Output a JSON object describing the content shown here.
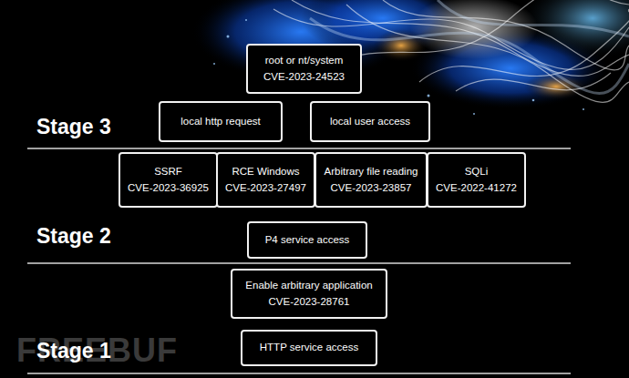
{
  "diagram": {
    "nodes": [
      {
        "text": [
          "root or nt/system",
          "CVE-2023-24523"
        ]
      },
      {
        "text": [
          "local http request"
        ]
      },
      {
        "text": [
          "local user access"
        ]
      },
      {
        "text": [
          "SSRF",
          "CVE-2023-36925"
        ]
      },
      {
        "text": [
          "RCE Windows",
          "CVE-2023-27497"
        ]
      },
      {
        "text": [
          "Arbitrary file reading",
          "CVE-2023-23857"
        ]
      },
      {
        "text": [
          "SQLi",
          "CVE-2022-41272"
        ]
      },
      {
        "text": [
          "P4 service access"
        ]
      },
      {
        "text": [
          "Enable arbitrary application",
          "CVE-2023-28761"
        ]
      },
      {
        "text": [
          "HTTP service access"
        ]
      }
    ],
    "labels": [
      "Stage 3",
      "Stage 2",
      "Stage 1",
      "FREEBUF"
    ]
  }
}
